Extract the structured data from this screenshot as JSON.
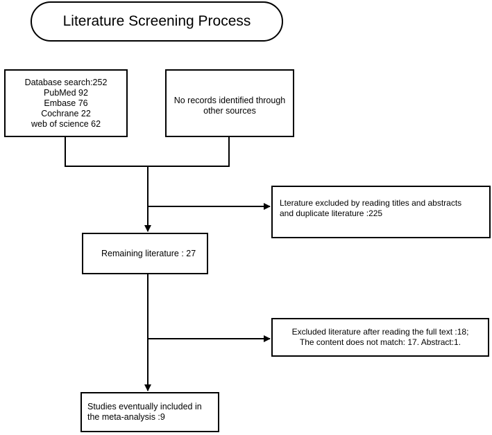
{
  "title": "Literature Screening Process",
  "database_search": {
    "lines": [
      "Database search:252",
      "PubMed 92",
      "Embase 76",
      "Cochrane 22",
      "web of science  62"
    ]
  },
  "other_sources": {
    "lines": [
      "No records identified through",
      "other sources"
    ]
  },
  "excluded_titles": {
    "lines": [
      "Lterature excluded by reading titles and abstracts",
      "and duplicate literature :225"
    ]
  },
  "remaining": {
    "text": "Remaining literature : 27"
  },
  "excluded_fulltext": {
    "lines": [
      "Excluded literature after reading the full text :18;",
      "The content does not match:  17. Abstract:1."
    ]
  },
  "included": {
    "lines": [
      "Studies eventually included in",
      "the meta-analysis :9"
    ]
  }
}
